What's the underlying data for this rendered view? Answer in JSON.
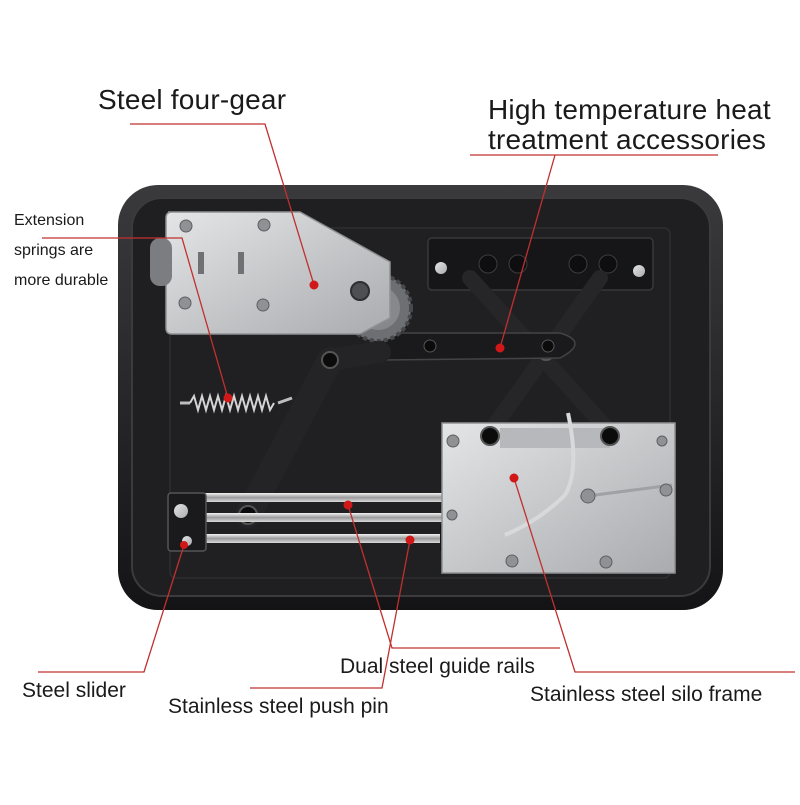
{
  "labels": {
    "four_gear": "Steel four-gear",
    "heat_line1": "High temperature heat",
    "heat_line2": "treatment accessories",
    "springs_line1": "Extension",
    "springs_line2": "springs are",
    "springs_line3": "more durable",
    "guide_rails": "Dual steel guide rails",
    "slider": "Steel slider",
    "silo_frame": "Stainless steel silo frame",
    "push_pin": "Stainless steel push pin"
  },
  "colors": {
    "case": "#1c1c1e",
    "case_inner": "#2a2a2d",
    "steel": "#c9cacc",
    "steel_dark": "#9ea0a3",
    "link_black": "#232325",
    "leader": "#c0302e",
    "dot": "#d01818"
  }
}
